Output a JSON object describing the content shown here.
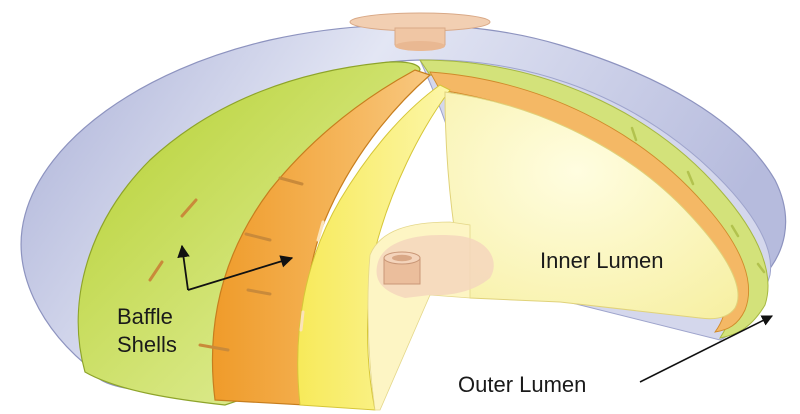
{
  "labels": {
    "inner_lumen": "Inner Lumen",
    "baffle_line1": "Baffle",
    "baffle_line2": "Shells",
    "outer_lumen": "Outer Lumen"
  },
  "colors": {
    "outer_shell": "#c3c7e3",
    "outer_shell_dark": "#9ea4cc",
    "green_shell": "#c6dc4c",
    "green_shell_light": "#e2eda0",
    "orange_shell": "#f0a63a",
    "orange_shell_light": "#f8d08a",
    "yellow_shell": "#faf07e",
    "inner_lumen": "#fbf7bc",
    "port": "#f1c9a9",
    "arrow": "#111111"
  }
}
